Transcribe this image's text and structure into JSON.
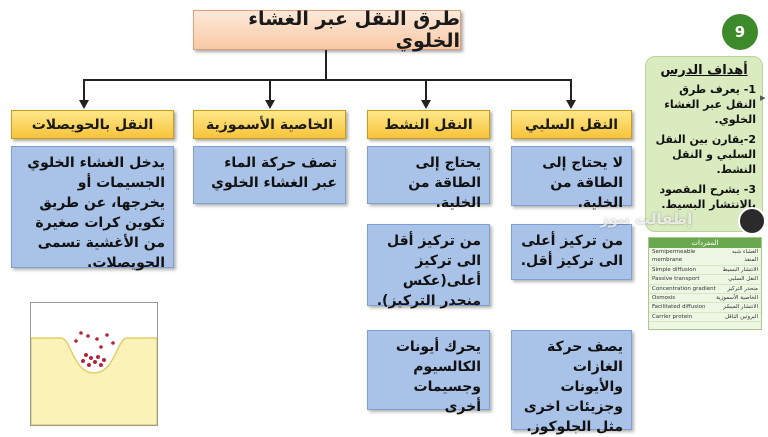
{
  "title": "طرق النقل عبر الغشاء الخلوي",
  "slide_number": "9",
  "columns": [
    {
      "id": "passive",
      "heading": "النقل السلبي",
      "cards": [
        "لا يحتاج إلى الطاقة من الخلية.",
        "من تركيز أعلى الى تركيز أقل.",
        "يصف حركة الغازات والأيونات وجزيئات اخرى مثل الجلوكوز."
      ]
    },
    {
      "id": "active",
      "heading": "النقل النشط",
      "cards": [
        "يحتاج إلى الطاقة من الخلية.",
        "من تركيز أقل الى تركيز أعلى(عكس منحدر التركيز).",
        "يحرك أيونات الكالسيوم وجسيمات أخرى"
      ]
    },
    {
      "id": "osmosis",
      "heading": "الخاصية الأسموزية",
      "cards": [
        "تصف حركة الماء عبر الغشاء الخلوي"
      ]
    },
    {
      "id": "vesicles",
      "heading": "النقل بالحويصلات",
      "cards": [
        "يدخل الغشاء الخلوي الجسيمات أو يخرجها، عن طريق تكوين كرات صغيرة من الأغشية تسمى الحويصلات."
      ]
    }
  ],
  "objectives": {
    "title": "أهداف الدرس",
    "items": [
      "1- يعرف طرق النقل عبر الغشاء الخلوي.",
      "2-يقارن بين النقل السلبي و النقل النشط.",
      "3- يشرح المقصود بالانتشار البسيط."
    ]
  },
  "glossary": {
    "title": "المفردات",
    "rows": [
      {
        "en": "Semipermeable membrane",
        "ar": "الغشاء شبه المنفذ"
      },
      {
        "en": "Simple diffusion",
        "ar": "الانتشار البسيط"
      },
      {
        "en": "Passive transport",
        "ar": "النقل السلبي"
      },
      {
        "en": "Concentration gradient",
        "ar": "منحدر التركيز"
      },
      {
        "en": "Osmosis",
        "ar": "الخاصية الأسموزية"
      },
      {
        "en": "Facilitated diffusion",
        "ar": "الانتشار الميسّر"
      },
      {
        "en": "Carrier protein",
        "ar": "البروتين الناقل"
      }
    ]
  },
  "watermark": "إطفالت نيوز",
  "colors": {
    "heading": "#f7c43a",
    "card": "#a9c2e8",
    "title": "#f9c9a6",
    "objectives": "#d9ebbf",
    "badge": "#3c8a2a"
  }
}
